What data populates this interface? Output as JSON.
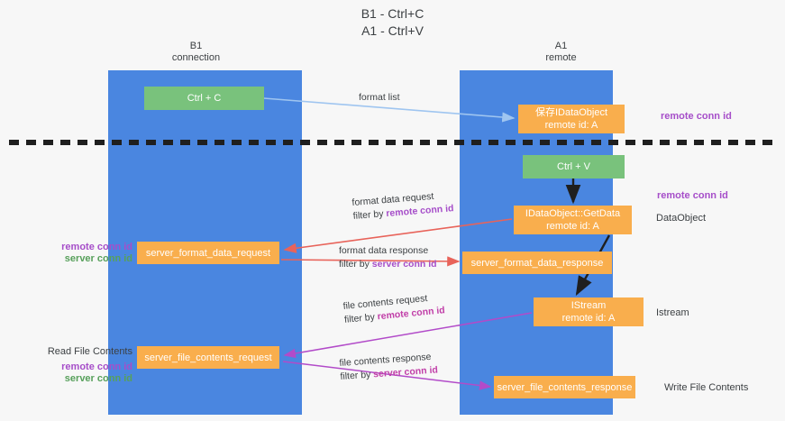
{
  "title": {
    "line1": "B1 - Ctrl+C",
    "line2": "A1 - Ctrl+V"
  },
  "columns": [
    {
      "name": "B1",
      "role": "connection"
    },
    {
      "name": "A1",
      "role": "remote"
    }
  ],
  "colors": {
    "lane": "#4a86e0",
    "green_box": "#79c27c",
    "orange_box": "#f9ae4d",
    "remote_conn_id": "#a64ec9",
    "server_conn_id": "#57a05b",
    "arrow_format_list": "#9fc5f0",
    "arrow_format_data": "#e8635a",
    "arrow_black": "#1f1f1f",
    "arrow_file_contents": "#b24bc9",
    "background": "#f7f7f7"
  },
  "boxes": {
    "ctrl_c": "Ctrl + C",
    "ctrl_v": "Ctrl + V",
    "idataobject_line1": "保存IDataObject",
    "idataobject_line2": "remote id: A",
    "getdata_line1": "IDataObject::GetData",
    "getdata_line2": "remote id: A",
    "istream_line1": "IStream",
    "istream_line2": "remote id: A",
    "server_format_data_request": "server_format_data_request",
    "server_format_data_response": "server_format_data_response",
    "server_file_contents_request": "server_file_contents_request",
    "server_file_contents_response": "server_file_contents_response"
  },
  "edge_labels": {
    "format_list": "format list",
    "format_data_request": "format data request",
    "format_data_request_filter_prefix": "filter by ",
    "format_data_request_filter_value": "remote conn id",
    "format_data_response": "format data response",
    "format_data_response_filter_prefix": "filter by ",
    "format_data_response_filter_value": "server conn id",
    "file_contents_request": "file contents request",
    "file_contents_request_filter_prefix": "filter by ",
    "file_contents_request_filter_value": "remote conn id",
    "file_contents_response": "file contents response",
    "file_contents_response_filter_prefix": "filter by ",
    "file_contents_response_filter_value": "server conn id"
  },
  "annotations": {
    "right_remote_conn_id_top": "remote conn id",
    "right_remote_conn_id_mid": "remote conn id",
    "right_dataobject": "DataObject",
    "right_istream": "Istream",
    "right_write_file_contents": "Write File Contents",
    "left_remote_conn_id_1": "remote conn id",
    "left_server_conn_id_1": "server conn id",
    "left_read_file_contents": "Read File Contents",
    "left_remote_conn_id_2": "remote conn id",
    "left_server_conn_id_2": "server conn id"
  }
}
